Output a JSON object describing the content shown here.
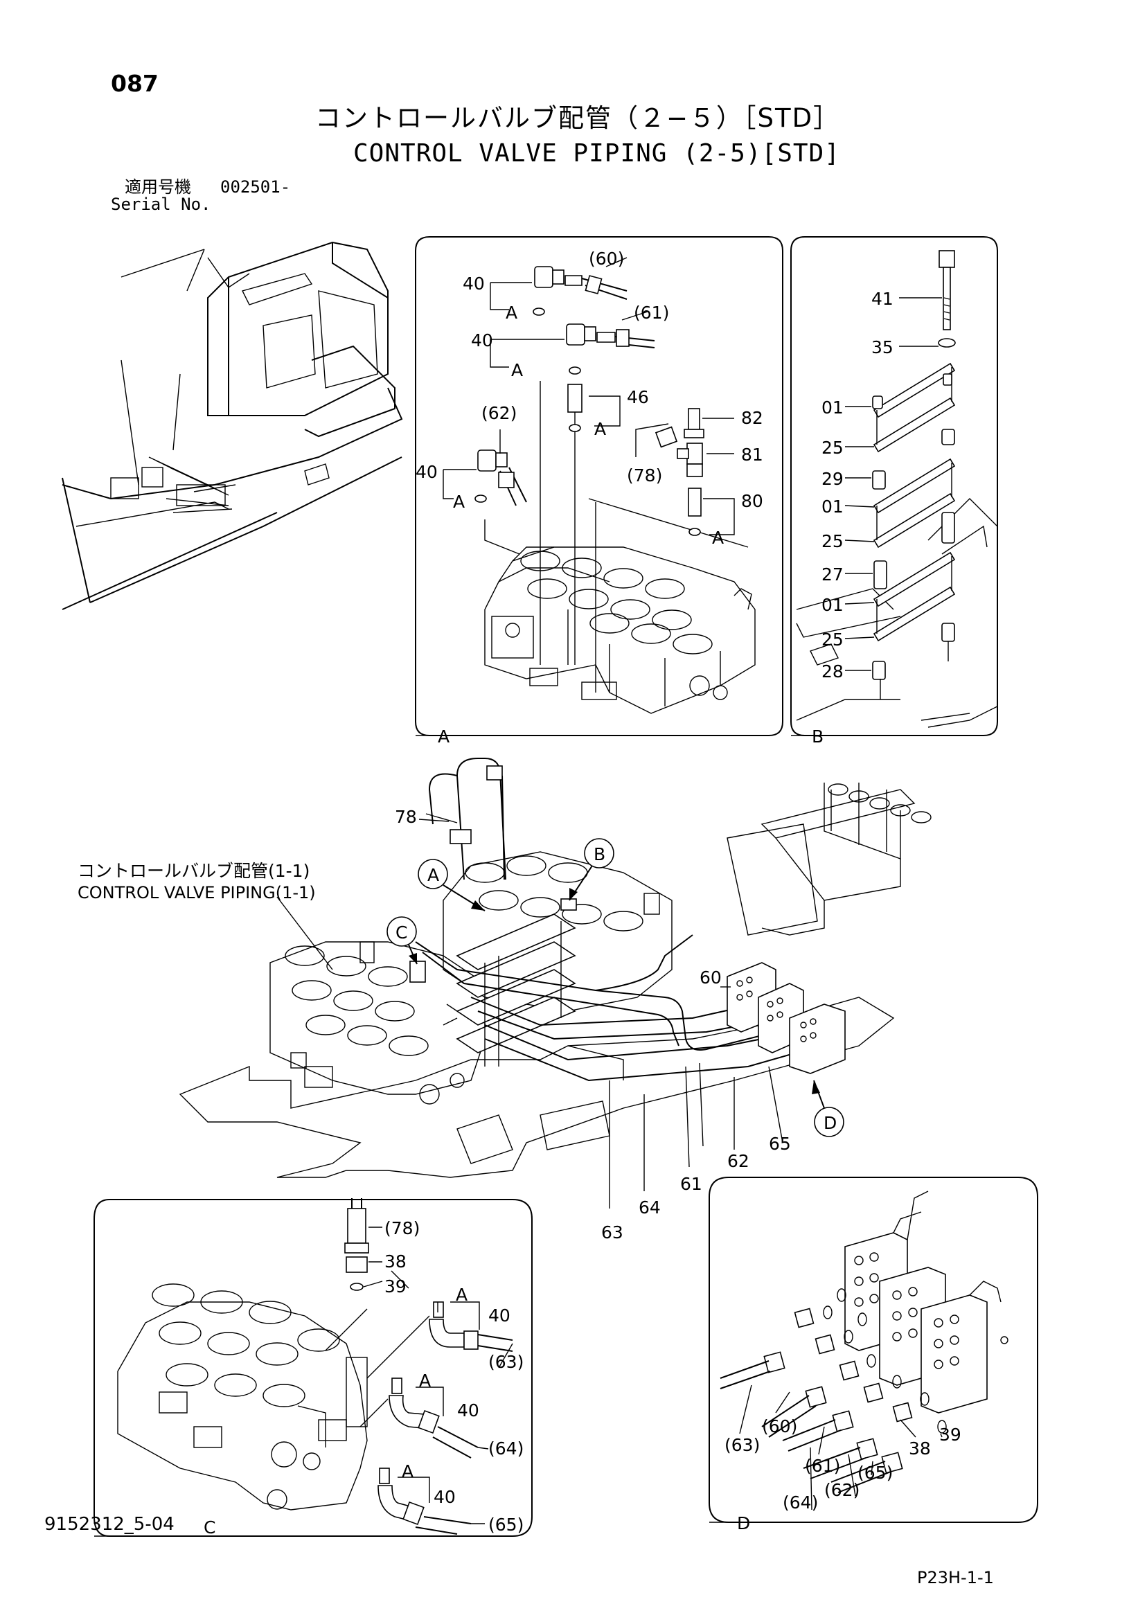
{
  "header": {
    "page_number": "087",
    "title_ja": "コントロールバルブ配管（２−５）［STD］",
    "title_en": "CONTROL VALVE PIPING (2-5)[STD]",
    "serial_label_ja": "適用号機",
    "serial_label_en": "Serial No.",
    "serial_value": "002501-"
  },
  "reference": {
    "label_ja": "コントロールバルブ配管(1-1)",
    "label_en": "CONTROL VALVE PIPING(1-1)"
  },
  "panels": {
    "A": "A",
    "B": "B",
    "C": "C",
    "D": "D"
  },
  "callouts": {
    "A": "A",
    "B": "B",
    "C": "C",
    "D": "D"
  },
  "detail_A_labels": {
    "p60": "(60)",
    "p61": "(61)",
    "p62": "(62)",
    "p78": "(78)",
    "p40a": "40",
    "p40b": "40",
    "p40c": "40",
    "p46": "46",
    "p82": "82",
    "p81": "81",
    "p80": "80",
    "a1": "A",
    "a2": "A",
    "a3": "A",
    "a4": "A",
    "a5": "A"
  },
  "detail_B_labels": {
    "p41": "41",
    "p35": "35",
    "p01a": "01",
    "p25a": "25",
    "p29": "29",
    "p01b": "01",
    "p25b": "25",
    "p27": "27",
    "p01c": "01",
    "p25c": "25",
    "p28": "28"
  },
  "main_labels": {
    "p78": "78",
    "p60": "60",
    "p65": "65",
    "p62": "62",
    "p61": "61",
    "p64": "64",
    "p63": "63"
  },
  "detail_C_labels": {
    "p78": "(78)",
    "p38": "38",
    "p39": "39",
    "p40a": "40",
    "p40b": "40",
    "p40c": "40",
    "p63": "(63)",
    "p64": "(64)",
    "p65": "(65)",
    "a1": "A",
    "a2": "A",
    "a3": "A"
  },
  "detail_D_labels": {
    "p63": "(63)",
    "p60": "(60)",
    "p61": "(61)",
    "p64": "(64)",
    "p62": "(62)",
    "p65": "(65)",
    "p38": "38",
    "p39": "39"
  },
  "footer": {
    "doc_code": "9152312_5-04",
    "sheet_code": "P23H-1-1"
  }
}
